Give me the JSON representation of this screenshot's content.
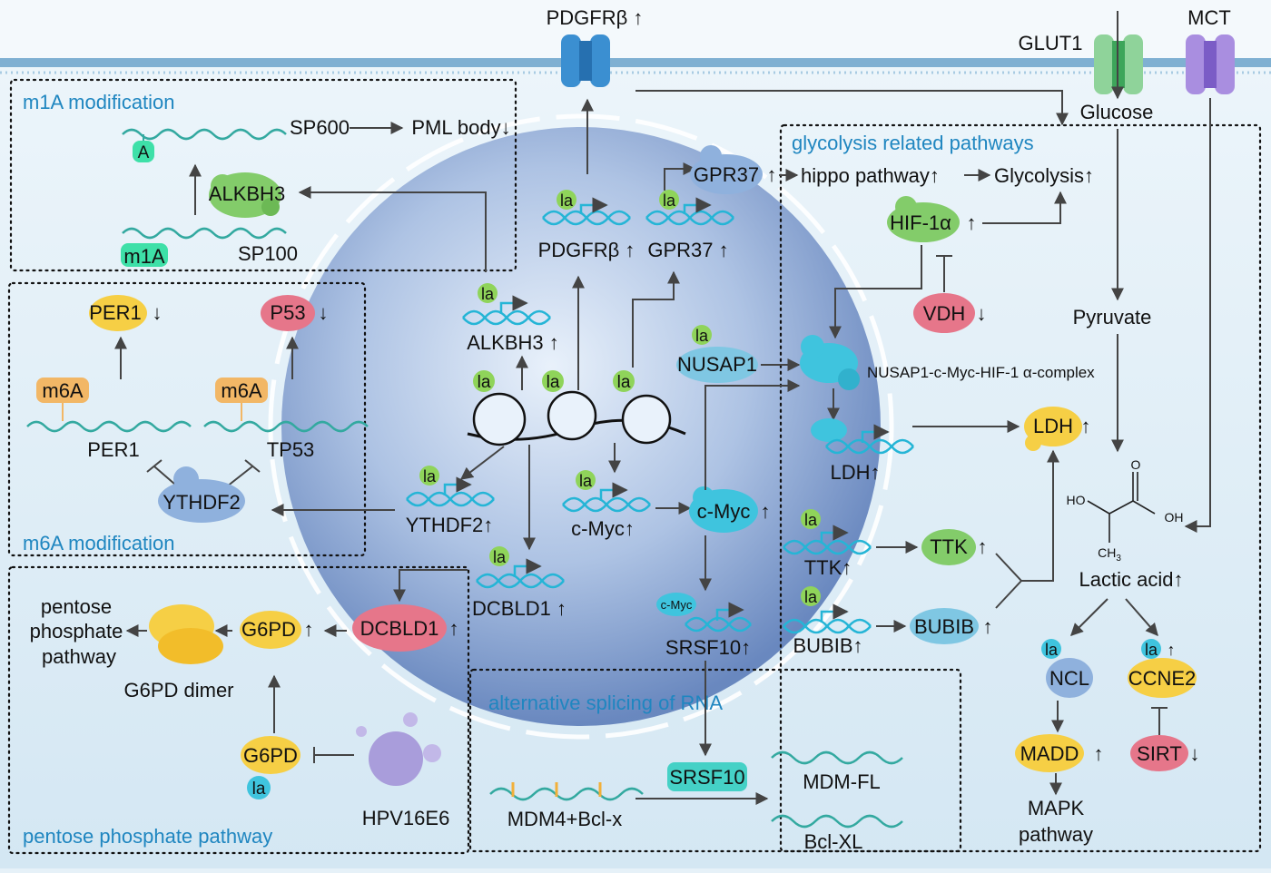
{
  "sections": {
    "m1a": "m1A modification",
    "m6a": "m6A modification",
    "ppp": "pentose phosphate pathway",
    "glyco": "glycolysis related pathways",
    "splice": "alternative splicing of RNA"
  },
  "membrane": {
    "pdgfrb": "PDGFRβ ↑",
    "glut1": "GLUT1",
    "mct": "MCT",
    "glucose": "Glucose"
  },
  "m1a": {
    "a_mark": "A",
    "sp600": "SP600",
    "pml": "PML body↓",
    "alkbh3": "ALKBH3",
    "m1a_mark": "m1A",
    "sp100": "SP100"
  },
  "m6a": {
    "per1_prot": "PER1",
    "per1_down": "↓",
    "p53": "P53",
    "p53_down": "↓",
    "m6a_left": "m6A",
    "m6a_right": "m6A",
    "per1_gene": "PER1",
    "tp53_gene": "TP53",
    "ythdf2": "YTHDF2"
  },
  "nucleus": {
    "la": "la",
    "pdgfrb_gene": "PDGFRβ ↑",
    "gpr37_gene": "GPR37 ↑",
    "alkbh3_gene": "ALKBH3 ↑",
    "ythdf2_gene": "YTHDF2↑",
    "cmyc_gene": "c-Myc↑",
    "dcbld1_gene": "DCBLD1 ↑",
    "cmyc_prot": "c-Myc",
    "cmyc_prot_up": "↑",
    "cmyc_small": "c-Myc",
    "srsf10_gene": "SRSF10↑",
    "nusap1": "NUSAP1",
    "complex": "NUSAP1-c-Myc-HIF-1 α-complex",
    "ldh_gene": "LDH↑",
    "ttk_gene": "TTK↑",
    "bubib_gene": "BUBIB↑"
  },
  "glyco": {
    "gpr37": "GPR37",
    "gpr37_up": "↑",
    "hippo": "hippo pathway↑",
    "glycolysis": "Glycolysis↑",
    "hif": "HIF-1α",
    "hif_up": "↑",
    "vdh": "VDH",
    "vdh_down": "↓",
    "pyruvate": "Pyruvate",
    "ldh": "LDH",
    "ldh_up": "↑",
    "ttk": "TTK",
    "ttk_up": "↑",
    "bubib": "BUBIB",
    "bubib_up": "↑"
  },
  "lactate": {
    "ho": "HO",
    "o": "O",
    "oh": "OH",
    "ch3": "CH",
    "ch3_sub": "3",
    "lactic": "Lactic acid↑",
    "la": "la",
    "la_up": "↑",
    "ncl": "NCL",
    "ccne2": "CCNE2",
    "madd": "MADD",
    "madd_up": "↑",
    "sirt": "SIRT",
    "sirt_down": "↓",
    "mapk1": "MAPK",
    "mapk2": "pathway"
  },
  "ppp": {
    "pentose1": "pentose",
    "pentose2": "phosphate",
    "pentose3": "pathway",
    "g6pd_top": "G6PD",
    "g6pd_top_up": "↑",
    "dcbld1": "DCBLD1",
    "dcbld1_up": "↑",
    "dimer": "G6PD dimer",
    "g6pd_bottom": "G6PD",
    "la": "la",
    "hpv": "HPV16E6"
  },
  "splice": {
    "srsf10": "SRSF10",
    "mdm_bcl": "MDM4+Bcl-x",
    "mdm_fl": "MDM-FL",
    "bcl_xl": "Bcl-XL"
  },
  "colors": {
    "background": "#e6f1f8",
    "membrane": "#7fb0d2",
    "section_title": "#1f86c0",
    "nucleus": "#6e8ec2",
    "la_marker": "#8fd45a",
    "protein_yellow": "#f6cf45",
    "protein_green": "#83cc6a",
    "protein_pink": "#e6768a",
    "protein_blue": "#8fb1dd",
    "protein_cyan": "#3fc4de",
    "dna": "#25b5d6",
    "rna": "#33a9a0"
  }
}
